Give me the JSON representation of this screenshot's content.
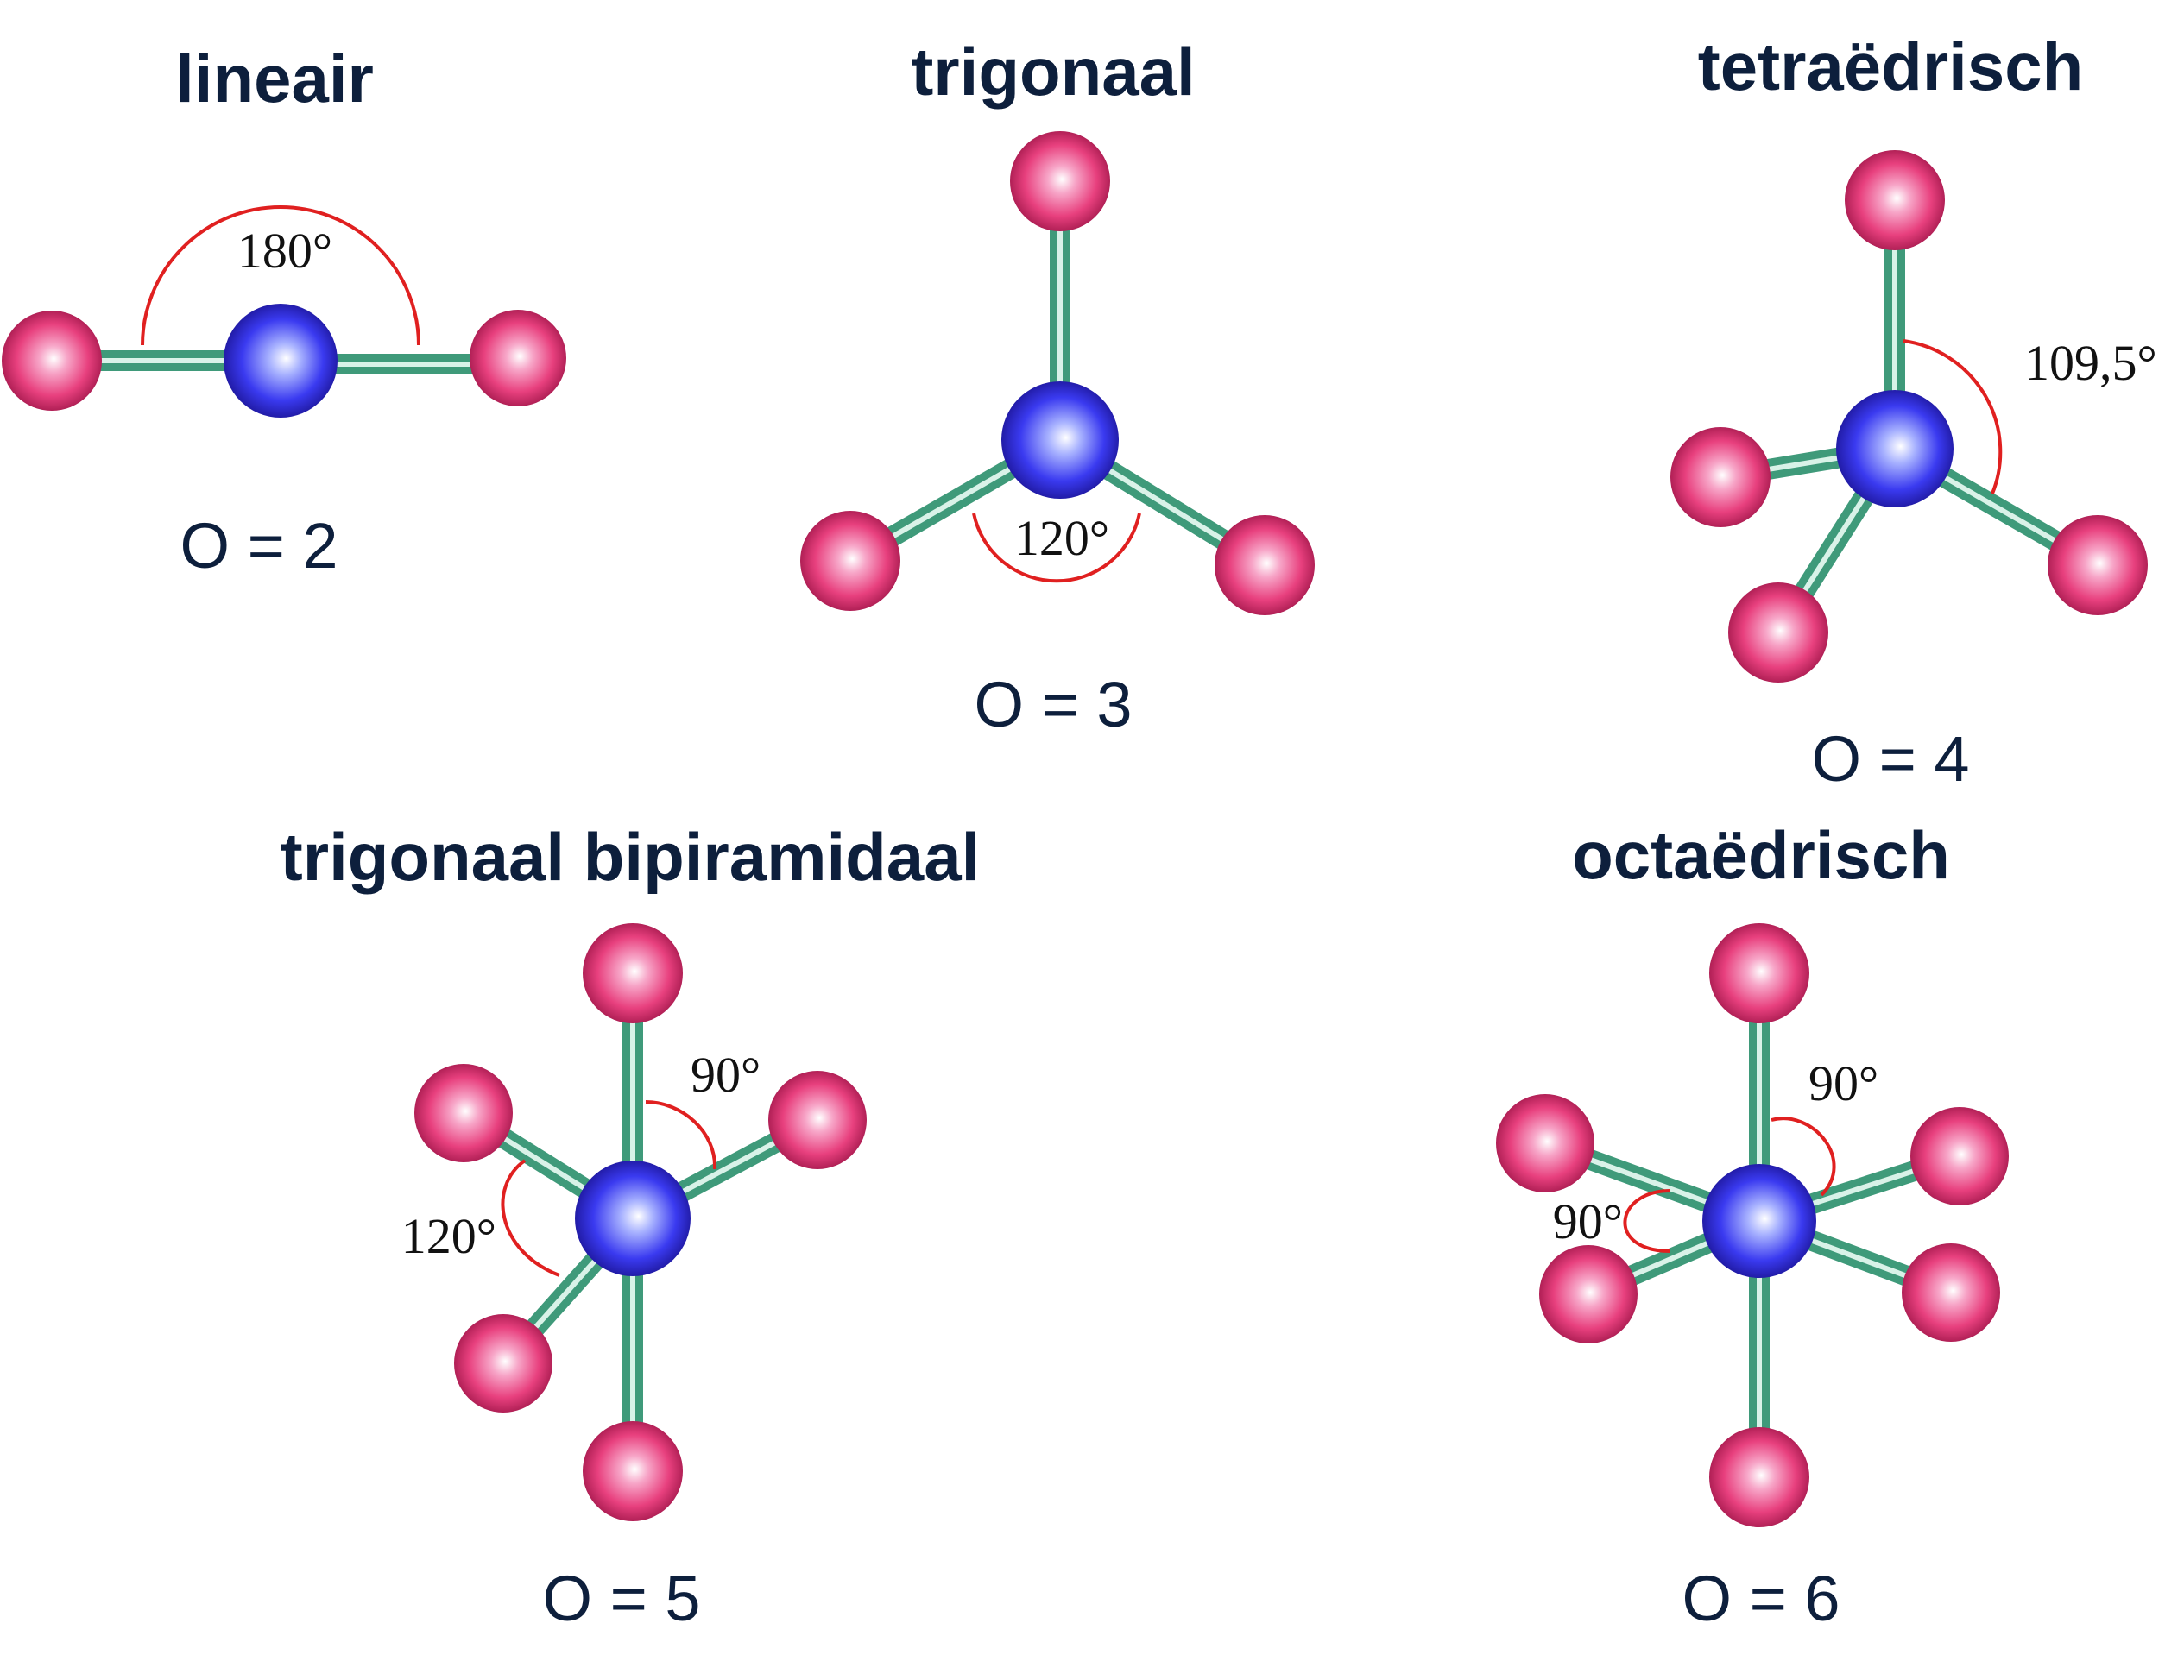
{
  "colors": {
    "title": "#0d1f3c",
    "central_atom": "#3a3af0",
    "ligand_atom": "#e8407e",
    "bond": "#3f9a7a",
    "angle_arc": "#e02020"
  },
  "geometries": [
    {
      "title": "lineair",
      "count": "O = 2",
      "angles": [
        "180°"
      ]
    },
    {
      "title": "trigonaal",
      "count": "O = 3",
      "angles": [
        "120°"
      ]
    },
    {
      "title": "tetraëdrisch",
      "count": "O = 4",
      "angles": [
        "109,5°"
      ]
    },
    {
      "title": "trigonaal bipiramidaal",
      "count": "O = 5",
      "angles": [
        "90°",
        "120°"
      ]
    },
    {
      "title": "octaëdrisch",
      "count": "O = 6",
      "angles": [
        "90°",
        "90°"
      ]
    }
  ]
}
